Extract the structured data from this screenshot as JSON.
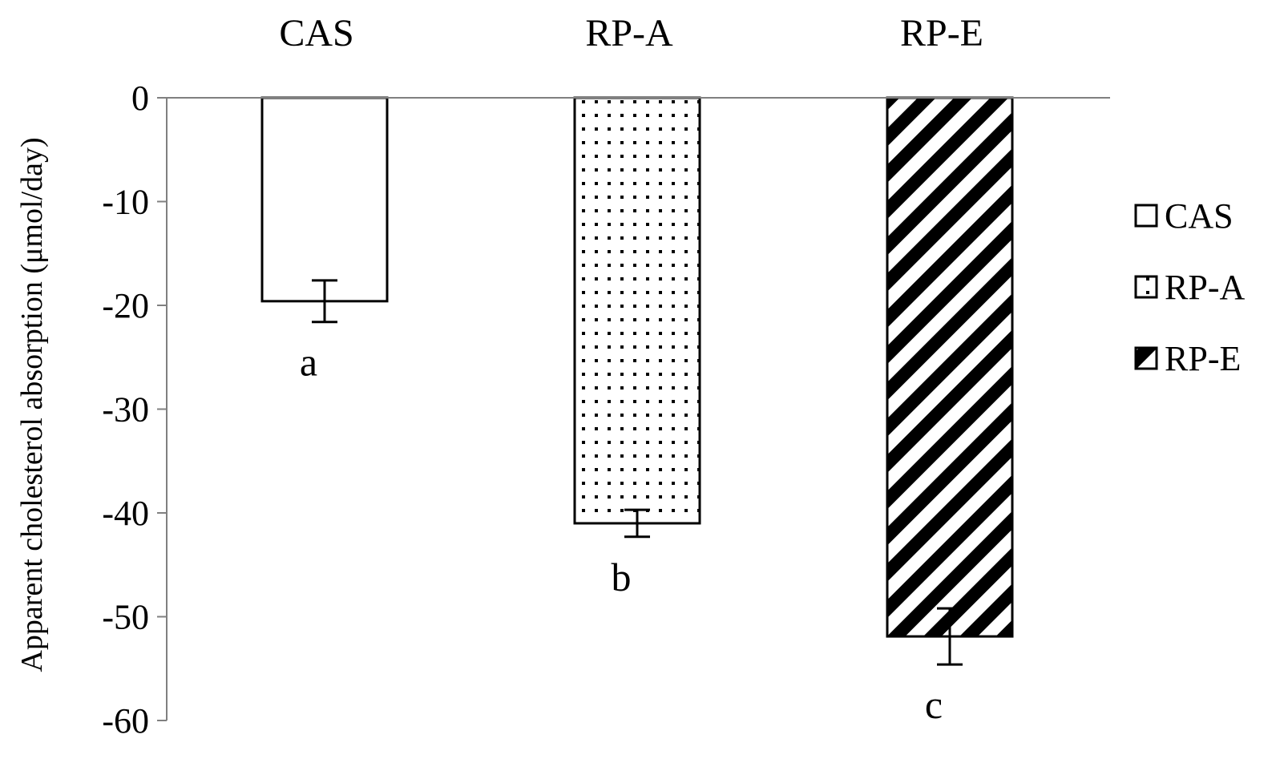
{
  "chart_data": {
    "type": "bar",
    "title": "",
    "xlabel": "",
    "ylabel": "Apparent cholesterol absorption (μmol/day)",
    "categories": [
      "CAS",
      "RP-A",
      "RP-E"
    ],
    "series": [
      {
        "values": [
          -19.6,
          -41.0,
          -51.9
        ],
        "errors": [
          2.0,
          1.3,
          2.7
        ],
        "significance": [
          "a",
          "b",
          "c"
        ]
      }
    ],
    "yticks": [
      "0",
      "-10",
      "-20",
      "-30",
      "-40",
      "-50",
      "-60"
    ],
    "ylim": [
      -60,
      0
    ],
    "grid": false,
    "legend": {
      "position": "right",
      "entries": [
        {
          "label": "CAS",
          "pattern": "plain"
        },
        {
          "label": "RP-A",
          "pattern": "dots"
        },
        {
          "label": "RP-E",
          "pattern": "diagonal-stripes"
        }
      ]
    },
    "colors": {
      "bar_fill": "#ffffff",
      "bar_stroke": "#000000",
      "axis": "#808080",
      "pattern": "#000000"
    }
  }
}
